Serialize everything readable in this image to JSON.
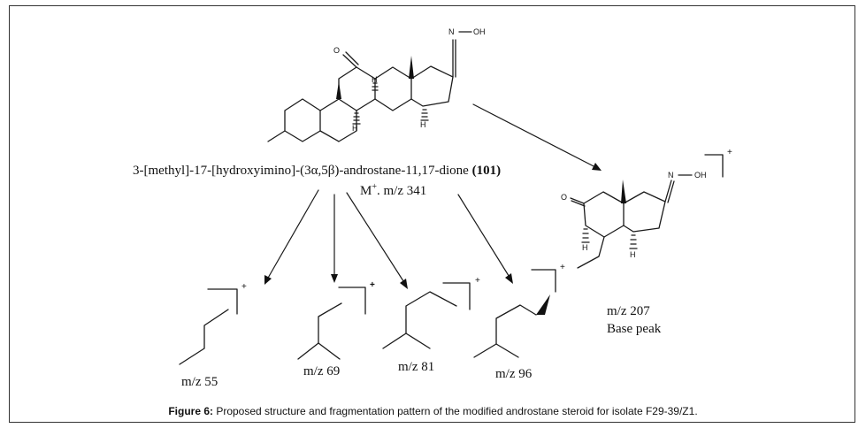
{
  "figure": {
    "caption_label": "Figure 6:",
    "caption_text": " Proposed structure and fragmentation pattern of the modified androstane steroid for isolate F29-39/Z1."
  },
  "parent": {
    "name_text": "3-[methyl]-17-[hydroxyimino]-(3α,5β)-androstane-11,17-dione ",
    "compound_number": "(101)",
    "molecular_ion": "M",
    "ion_charge": "+",
    "ion_mz": ". m/z 341",
    "atom_o": "O",
    "atom_n": "N",
    "atom_oh": "OH",
    "atom_h": "H"
  },
  "base_fragment": {
    "mz": "m/z 207",
    "note": "Base peak",
    "atom_o": "O",
    "atom_n": "N",
    "atom_oh": "OH",
    "atom_h": "H",
    "charge": "+"
  },
  "fragments": [
    {
      "mz": "m/z 55",
      "charge": "+"
    },
    {
      "mz": "m/z 69",
      "charge": "+"
    },
    {
      "mz": "m/z  81",
      "charge": "+"
    },
    {
      "mz": "m/z 96",
      "charge": "+"
    }
  ]
}
